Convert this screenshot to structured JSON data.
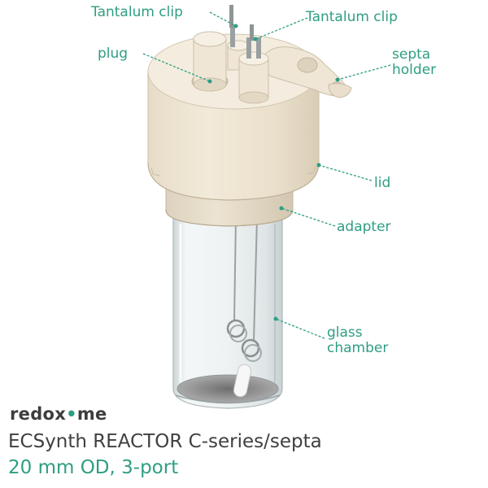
{
  "labels": {
    "clip_left": "Tantalum clip",
    "clip_right": "Tantalum clip",
    "plug": "plug",
    "septa_holder": [
      "septa",
      "holder"
    ],
    "lid": "lid",
    "adapter": "adapter",
    "glass_chamber": [
      "glass",
      "chamber"
    ]
  },
  "brand": {
    "part1": "redox",
    "dot": "•",
    "part2": "me"
  },
  "caption": {
    "title": "ECSynth REACTOR C-series/septa",
    "subtitle": "20 mm OD, 3-port"
  },
  "colors": {
    "accent": "#2e9e83",
    "text_dark": "#404040",
    "body": "#ede3d1",
    "glass": "#e6ebec"
  }
}
